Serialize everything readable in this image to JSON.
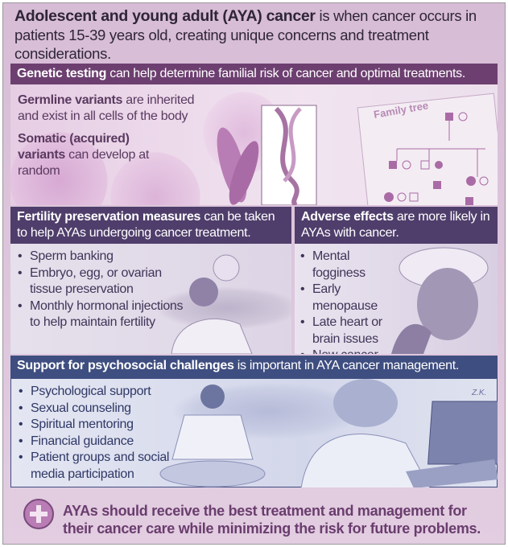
{
  "title": {
    "bold": "Adolescent and young adult (AYA) cancer",
    "rest": " is when cancer occurs in patients 15-39 years old, creating unique concerns and treatment considerations."
  },
  "genetic": {
    "header_bold": "Genetic testing",
    "header_rest": " can help determine familial risk of cancer and optimal treatments.",
    "germline_bold": "Germline variants",
    "germline_rest": " are inherited and exist in all cells of the body",
    "somatic_bold": "Somatic (acquired) variants",
    "somatic_rest": " can develop at random",
    "family_tree_label": "Family tree"
  },
  "fertility": {
    "header_bold": "Fertility preservation measures",
    "header_rest": " can be taken to help AYAs undergoing cancer treatment.",
    "items": [
      "Sperm banking",
      "Embryo, egg, or ovarian tissue preservation",
      "Monthly hormonal injections to help maintain fertility"
    ]
  },
  "adverse": {
    "header_bold": "Adverse effects",
    "header_rest": " are more likely in AYAs with cancer.",
    "items": [
      "Mental fogginess",
      "Early menopause",
      "Late heart or brain issues",
      "New cancer development"
    ]
  },
  "support": {
    "header_bold": "Support for psychosocial challenges",
    "header_rest": " is important in AYA cancer management.",
    "items": [
      "Psychological support",
      "Sexual counseling",
      "Spiritual mentoring",
      "Financial guidance",
      "Patient groups and social media participation"
    ],
    "signature": "Z.K."
  },
  "footer": {
    "icon": "plus-icon",
    "text": "AYAs should receive the best treatment and management for their cancer care while minimizing the risk for future problems."
  },
  "colors": {
    "genetic_header": "#6d3f70",
    "fertility_header": "#4f3e6b",
    "support_header": "#3f4e80",
    "text_purple": "#5a3a60"
  }
}
